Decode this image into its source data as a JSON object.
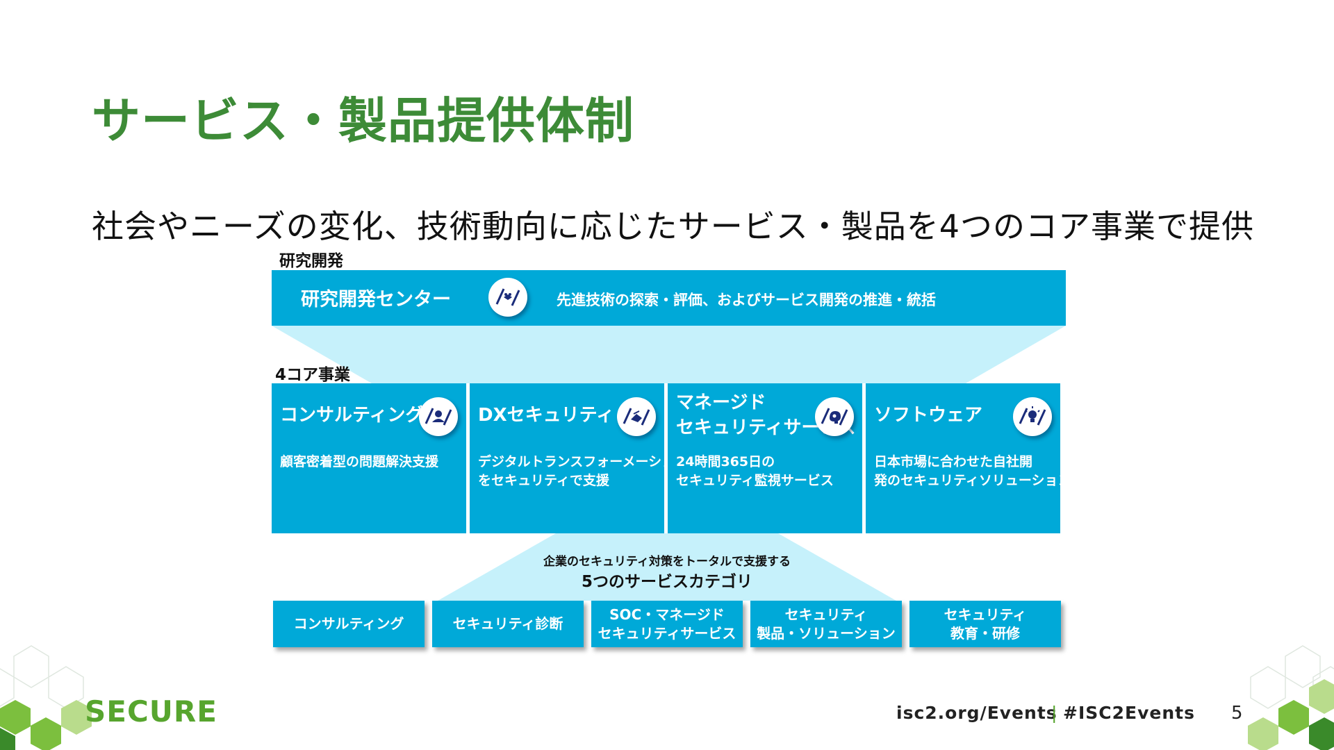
{
  "title": "サービス・製品提供体制",
  "subtitle": "社会やニーズの変化、技術動向に応じたサービス・製品を4つのコア事業で提供",
  "rd": {
    "section_label": "研究開発",
    "name": "研究開発センター",
    "icon": "handshake-icon",
    "description": "先進技術の探索・評価、およびサービス開発の推進・統括"
  },
  "core": {
    "section_label": "4コア事業",
    "items": [
      {
        "name": "コンサルティング",
        "icon": "person-icon",
        "description": "顧客密着型の問題解決支援"
      },
      {
        "name": "DXセキュリティ",
        "icon": "handshake-icon",
        "description_line1": "デジタルトランスフォーメーション",
        "description_line2": "をセキュリティで支援"
      },
      {
        "name_line1": "マネージド",
        "name_line2": "セキュリティサービス",
        "icon": "brain-icon",
        "description_line1": "24時間365日の",
        "description_line2": "セキュリティ監視サービス"
      },
      {
        "name": "ソフトウェア",
        "icon": "lightbulb-icon",
        "description_line1": "日本市場に合わせた自社開",
        "description_line2": "発のセキュリティソリューション"
      }
    ]
  },
  "support": {
    "subtext": "企業のセキュリティ対策をトータルで支援する",
    "heading": "5つのサービスカテゴリ"
  },
  "categories": [
    {
      "line1": "コンサルティング"
    },
    {
      "line1": "セキュリティ診断"
    },
    {
      "line1": "SOC・マネージド",
      "line2": "セキュリティサービス"
    },
    {
      "line1": "セキュリティ",
      "line2": "製品・ソリューション"
    },
    {
      "line1": "セキュリティ",
      "line2": "教育・研修"
    }
  ],
  "footer": {
    "logo": "SECURE",
    "url": "isc2.org/Events",
    "separator": "|",
    "hashtag": "#ISC2Events",
    "page_number": "5"
  },
  "colors": {
    "title_green": "#3d8b37",
    "box_blue": "#00a9d8",
    "funnel_light": "#c6f1fb",
    "logo_green": "#57a52e"
  }
}
